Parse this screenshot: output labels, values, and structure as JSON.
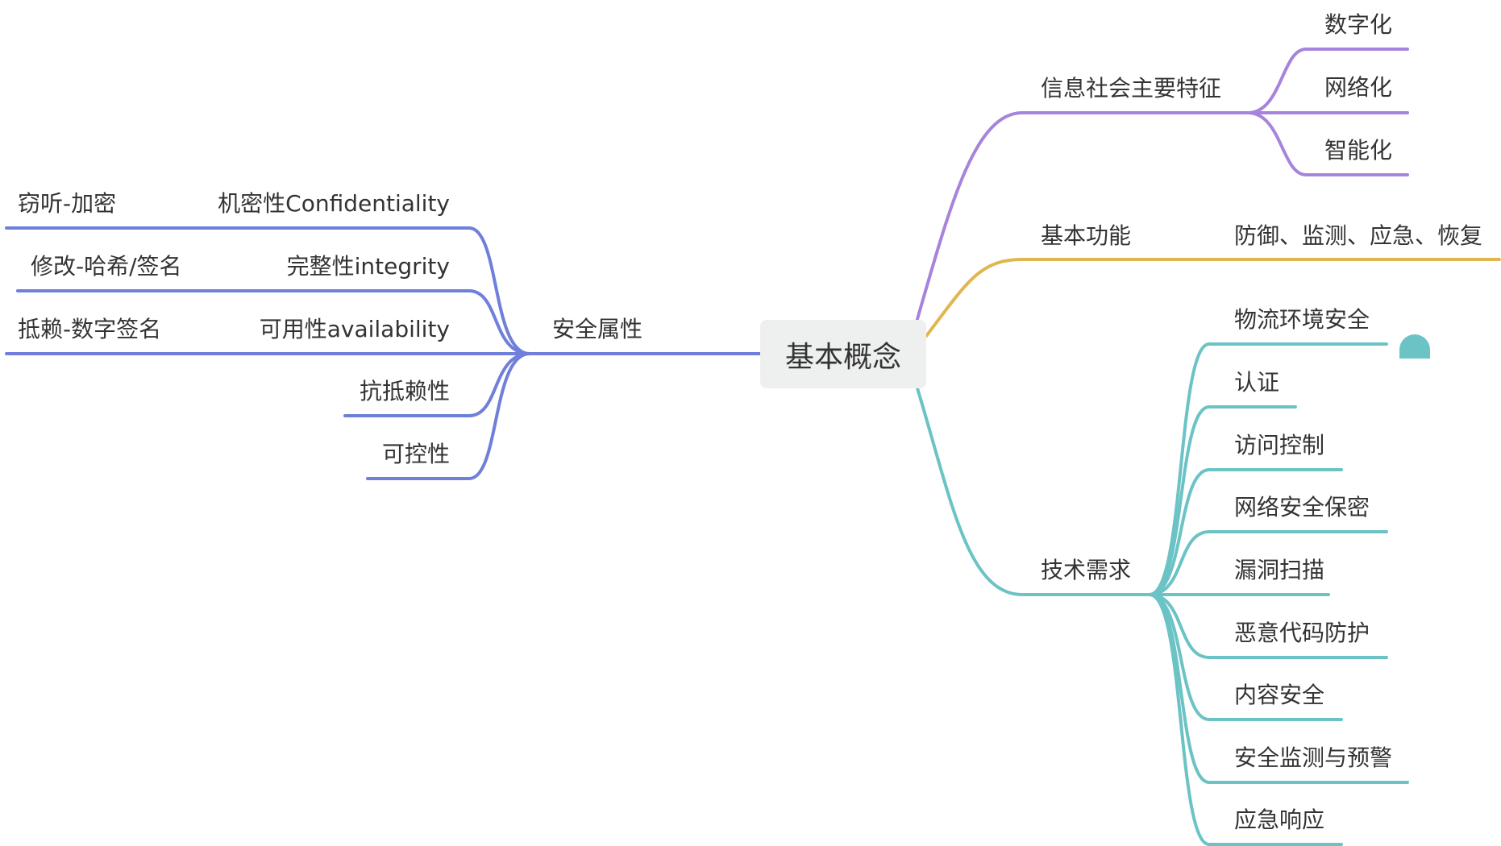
{
  "root": {
    "label": "基本概念"
  },
  "branches": {
    "info_society": {
      "label": "信息社会主要特征",
      "color": "#a784dc",
      "children": [
        "数字化",
        "网络化",
        "智能化"
      ]
    },
    "basic_function": {
      "label": "基本功能",
      "color": "#e0b64e",
      "children": [
        "防御、监测、应急、恢复"
      ]
    },
    "tech_requirements": {
      "label": "技术需求",
      "color": "#6cc3c5",
      "children": [
        "物流环境安全",
        "认证",
        "访问控制",
        "网络安全保密",
        "漏洞扫描",
        "恶意代码防护",
        "内容安全",
        "安全监测与预警",
        "应急响应"
      ]
    },
    "security_attributes": {
      "label": "安全属性",
      "color": "#6f7fda",
      "children": [
        {
          "label": "机密性Confidentiality",
          "detail": "窃听-加密"
        },
        {
          "label": "完整性integrity",
          "detail": "修改-哈希/签名"
        },
        {
          "label": "可用性availability",
          "detail": "抵赖-数字签名"
        },
        {
          "label": "抗抵赖性"
        },
        {
          "label": "可控性"
        }
      ]
    }
  }
}
